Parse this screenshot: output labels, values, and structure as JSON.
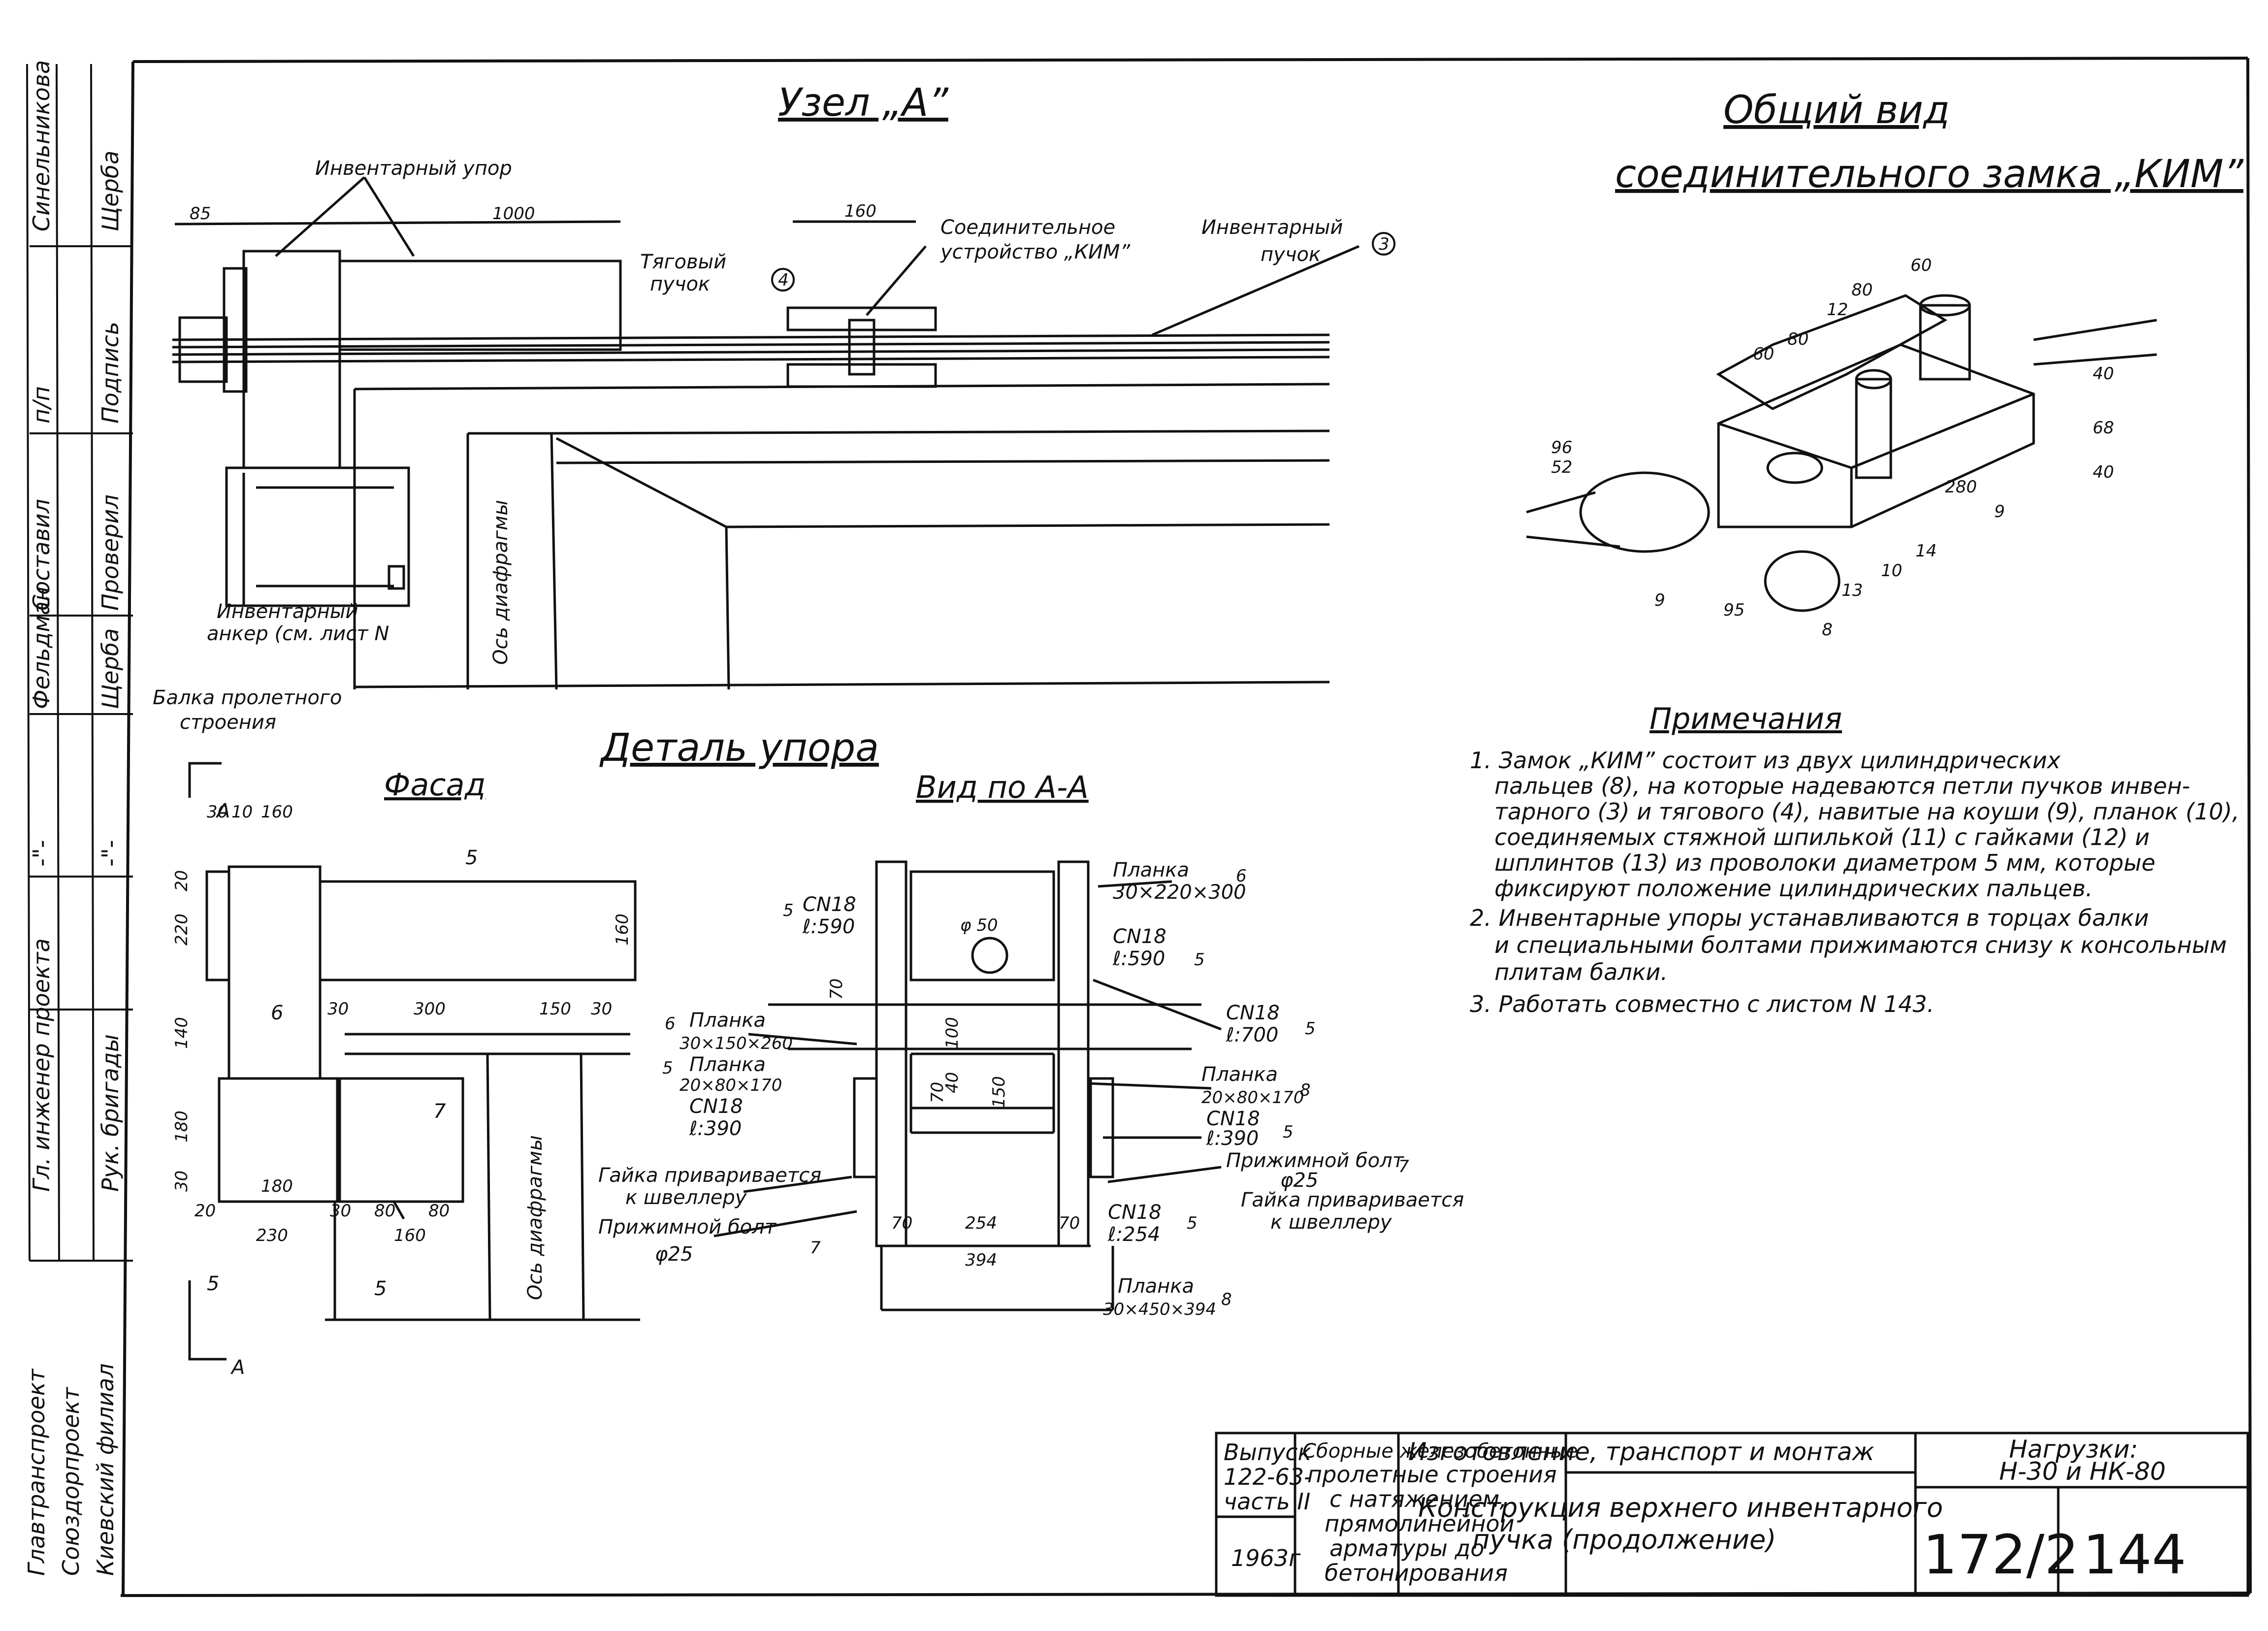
{
  "titles": {
    "node_a": "Узел „А”",
    "general_view_1": "Общий вид",
    "general_view_2": "соединительного замка „КИМ”",
    "stop_detail": "Деталь упора",
    "facade": "Фасад",
    "view_aa": "Вид по А-А",
    "notes_heading": "Примечания"
  },
  "node_a": {
    "inventory_stop": "Инвентарный упор",
    "connector_1": "Соединительное",
    "connector_2": "устройство „КИМ”",
    "traction_1": "Тяговый",
    "traction_2": "пучок",
    "traction_ref": "4",
    "inventory_bundle_1": "Инвентарный",
    "inventory_bundle_2": "пучок",
    "inventory_bundle_ref": "3",
    "anchor_1": "Инвентарный",
    "anchor_2": "анкер (см. лист N",
    "diaphragm_axis": "Ось диафрагмы",
    "beam_1": "Балка пролетного",
    "beam_2": "строения",
    "dims": [
      "85",
      "1000",
      "160"
    ]
  },
  "general_view": {
    "dims": [
      "12",
      "80",
      "60",
      "60",
      "80",
      "96",
      "52",
      "40",
      "40",
      "68",
      "280",
      "95"
    ],
    "refs": [
      "9",
      "9",
      "14",
      "10",
      "13",
      "8"
    ]
  },
  "facade": {
    "section_mark": "А",
    "dims_top": [
      "30",
      "10",
      "160"
    ],
    "dims_left": [
      "20",
      "220",
      "140",
      "180",
      "30"
    ],
    "dims_bottom": [
      "20",
      "180",
      "230",
      "30",
      "80",
      "80",
      "160"
    ],
    "dims_mid": [
      "30",
      "300",
      "150",
      "30",
      "160"
    ],
    "refs": [
      "5",
      "6",
      "7",
      "5",
      "5"
    ],
    "diaphragm_axis": "Ось диафрагмы"
  },
  "view_aa": {
    "plank_top_1": "Планка",
    "plank_top_2": "30×220×300",
    "plank_top_ref": "6",
    "cn18_590_l": "CN18",
    "cn18_590_l2": "ℓ:590",
    "cn18_590_r": "CN18",
    "cn18_590_r2": "ℓ:590",
    "phi50": "φ 50",
    "cn18_700": "CN18",
    "cn18_700_2": "ℓ:700",
    "plank_a_1": "Планка",
    "plank_a_2": "30×150×260",
    "plank_b_1": "Планка",
    "plank_b_2": "20×80×170",
    "cn18_390_l": "CN18",
    "cn18_390_l2": "ℓ:390",
    "plank_c_1": "Планка",
    "plank_c_2": "20×80×170",
    "cn18_390_r": "CN18",
    "cn18_390_r2": "ℓ:390",
    "clamp_bolt_r1": "Прижимной болт",
    "clamp_bolt_r2": "φ25",
    "nut_r1": "Гайка приваривается",
    "nut_r2": "к швеллеру",
    "nut_l1": "Гайка приваривается",
    "nut_l2": "к швеллеру",
    "clamp_bolt_l1": "Прижимной болт",
    "clamp_bolt_l2": "φ25",
    "cn18_254": "CN18",
    "cn18_254_2": "ℓ:254",
    "plank_bottom_1": "Планка",
    "plank_bottom_2": "30×450×394",
    "dims": [
      "70",
      "100",
      "40",
      "70",
      "150",
      "70",
      "254",
      "70",
      "394"
    ],
    "refs": [
      "5",
      "5",
      "5",
      "6",
      "5",
      "8",
      "5",
      "7",
      "7",
      "5",
      "8",
      "6"
    ]
  },
  "notes": [
    "1. Замок „КИМ” состоит из двух цилиндрических",
    "пальцев (8), на которые надеваются петли пучков инвен-",
    "тарного (3) и тягового (4), навитые на коуши (9), планок (10),",
    "соединяемых стяжной шпилькой (11) с гайками (12) и",
    "шплинтов (13) из проволоки диаметром 5 мм, которые",
    "фиксируют положение цилиндрических пальцев.",
    "2. Инвентарные упоры устанавливаются в торцах балки",
    "и специальными болтами прижимаются снизу к консольным",
    "плитам балки.",
    "3. Работать совместно с листом N 143."
  ],
  "title_block": {
    "issue": [
      "Выпуск",
      "122-63-",
      "часть II"
    ],
    "year": "1963г",
    "series": [
      "Сборные железобетонные",
      "пролетные строения",
      "с натяжением,",
      "прямолинейной",
      "арматуры до",
      "бетонирования"
    ],
    "section": "Изготовление, транспорт и монтаж",
    "drawing_title": [
      "Конструкция верхнего инвентарного",
      "пучка (продолжение)"
    ],
    "loads": [
      "Нагрузки:",
      "Н-30 и НК-80"
    ],
    "code": "172/2",
    "sheet": "144"
  },
  "side_block": {
    "org": [
      "Главтранспроект",
      "Союздорпроект",
      "Киевский филиал"
    ],
    "roles": [
      "Гл. инженер проекта",
      "Рук. бригады",
      "Проверил",
      "Составил"
    ],
    "names": [
      "Синельникова",
      "Щерба",
      "Фельдман",
      "Щерба",
      "-\"-",
      "-\"-"
    ],
    "columns": [
      "п/п",
      "Подпись"
    ]
  }
}
